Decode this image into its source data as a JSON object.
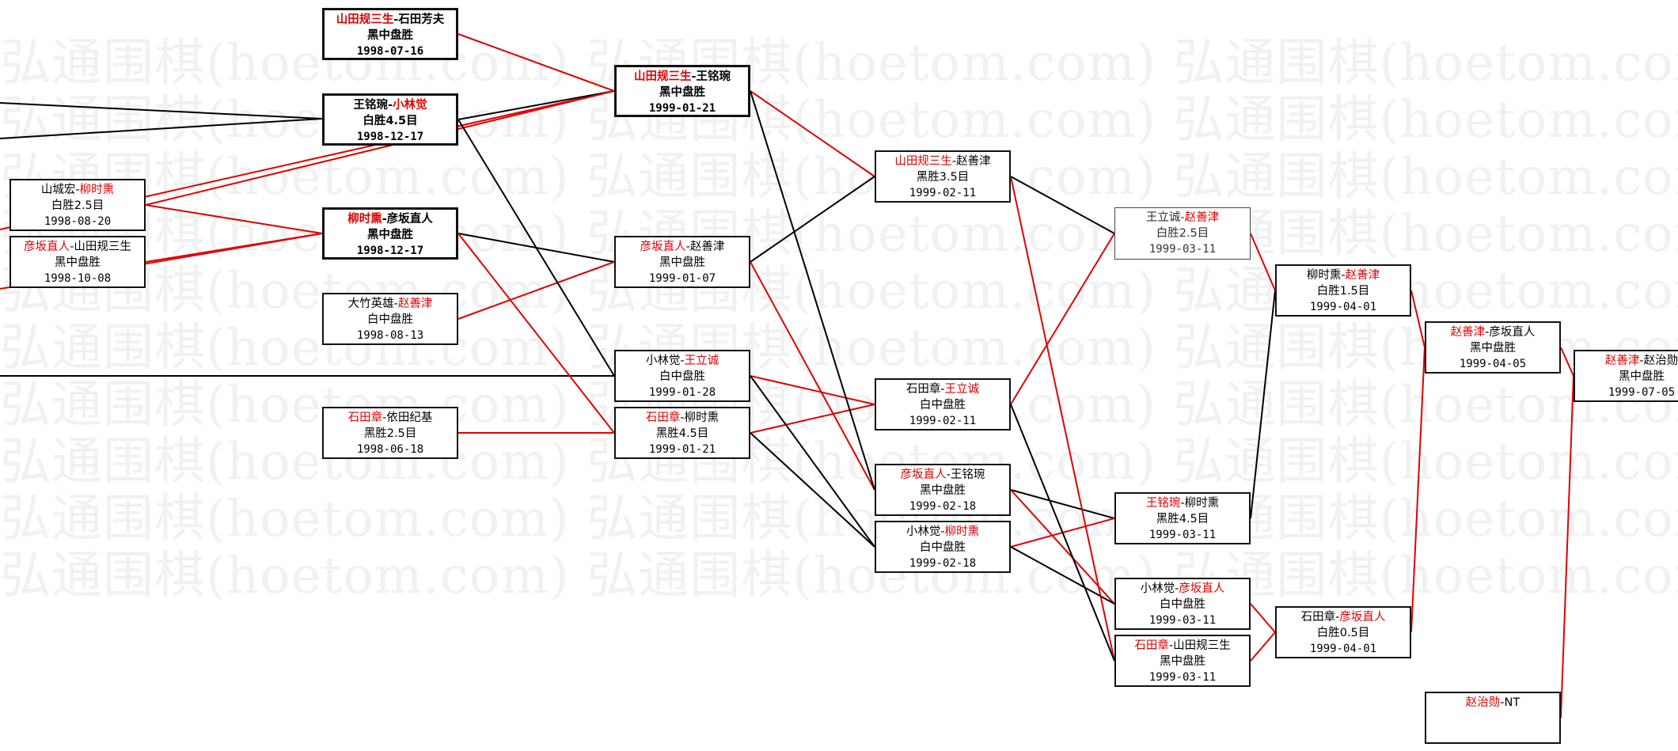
{
  "colors": {
    "winner": "#e00000",
    "loser_line": "#000000",
    "win_line": "#e00000"
  },
  "watermark": "弘通围棋(hoetom.com)",
  "matches": [
    {
      "id": "m1",
      "p1": "山田规三生",
      "p2": "石田芳夫",
      "winner": 1,
      "result": "黑中盘胜",
      "date": "1998-07-16"
    },
    {
      "id": "m2",
      "p1": "王铭琬",
      "p2": "小林觉",
      "winner": 2,
      "result": "白胜4.5目",
      "date": "1998-12-17"
    },
    {
      "id": "m3",
      "p1": "山城宏",
      "p2": "柳时熏",
      "winner": 2,
      "result": "白胜2.5目",
      "date": "1998-08-20"
    },
    {
      "id": "m4",
      "p1": "彦坂直人",
      "p2": "山田规三生",
      "winner": 1,
      "result": "黑中盘胜",
      "date": "1998-10-08"
    },
    {
      "id": "m5",
      "p1": "柳时熏",
      "p2": "彦坂直人",
      "winner": 1,
      "result": "黑中盘胜",
      "date": "1998-12-17"
    },
    {
      "id": "m6",
      "p1": "大竹英雄",
      "p2": "赵善津",
      "winner": 2,
      "result": "白中盘胜",
      "date": "1998-08-13"
    },
    {
      "id": "m7",
      "p1": "石田章",
      "p2": "依田纪基",
      "winner": 1,
      "result": "黑胜2.5目",
      "date": "1998-06-18"
    },
    {
      "id": "m8",
      "p1": "山田规三生",
      "p2": "王铭琬",
      "winner": 1,
      "result": "黑中盘胜",
      "date": "1999-01-21"
    },
    {
      "id": "m9",
      "p1": "彦坂直人",
      "p2": "赵善津",
      "winner": 1,
      "result": "黑中盘胜",
      "date": "1999-01-07"
    },
    {
      "id": "m10",
      "p1": "小林觉",
      "p2": "王立诚",
      "winner": 2,
      "result": "白中盘胜",
      "date": "1999-01-28"
    },
    {
      "id": "m11",
      "p1": "石田章",
      "p2": "柳时熏",
      "winner": 1,
      "result": "黑胜4.5目",
      "date": "1999-01-21"
    },
    {
      "id": "m12",
      "p1": "山田规三生",
      "p2": "赵善津",
      "winner": 1,
      "result": "黑胜3.5目",
      "date": "1999-02-11"
    },
    {
      "id": "m13",
      "p1": "石田章",
      "p2": "王立诚",
      "winner": 2,
      "result": "白中盘胜",
      "date": "1999-02-11"
    },
    {
      "id": "m14",
      "p1": "彦坂直人",
      "p2": "王铭琬",
      "winner": 1,
      "result": "黑中盘胜",
      "date": "1999-02-18"
    },
    {
      "id": "m15",
      "p1": "小林觉",
      "p2": "柳时熏",
      "winner": 2,
      "result": "白中盘胜",
      "date": "1999-02-18"
    },
    {
      "id": "m16",
      "p1": "王立诚",
      "p2": "赵善津",
      "winner": 2,
      "result": "白胜2.5目",
      "date": "1999-03-11"
    },
    {
      "id": "m17",
      "p1": "王铭琬",
      "p2": "柳时熏",
      "winner": 1,
      "result": "黑胜4.5目",
      "date": "1999-03-11"
    },
    {
      "id": "m18",
      "p1": "小林觉",
      "p2": "彦坂直人",
      "winner": 2,
      "result": "白中盘胜",
      "date": "1999-03-11"
    },
    {
      "id": "m19",
      "p1": "石田章",
      "p2": "山田规三生",
      "winner": 1,
      "result": "黑中盘胜",
      "date": "1999-03-11"
    },
    {
      "id": "m20",
      "p1": "柳时熏",
      "p2": "赵善津",
      "winner": 2,
      "result": "白胜1.5目",
      "date": "1999-04-01"
    },
    {
      "id": "m21",
      "p1": "石田章",
      "p2": "彦坂直人",
      "winner": 2,
      "result": "白胜0.5目",
      "date": "1999-04-01"
    },
    {
      "id": "m22",
      "p1": "赵善津",
      "p2": "彦坂直人",
      "winner": 1,
      "result": "黑中盘胜",
      "date": "1999-04-05"
    },
    {
      "id": "m23",
      "p1": "赵善津",
      "p2": "赵治勋",
      "winner": 1,
      "result": "黑中盘胜",
      "date": "1999-07-05"
    },
    {
      "id": "m24",
      "p1": "赵治勋",
      "p2": "NT",
      "winner": 1,
      "result": "",
      "date": ""
    }
  ]
}
